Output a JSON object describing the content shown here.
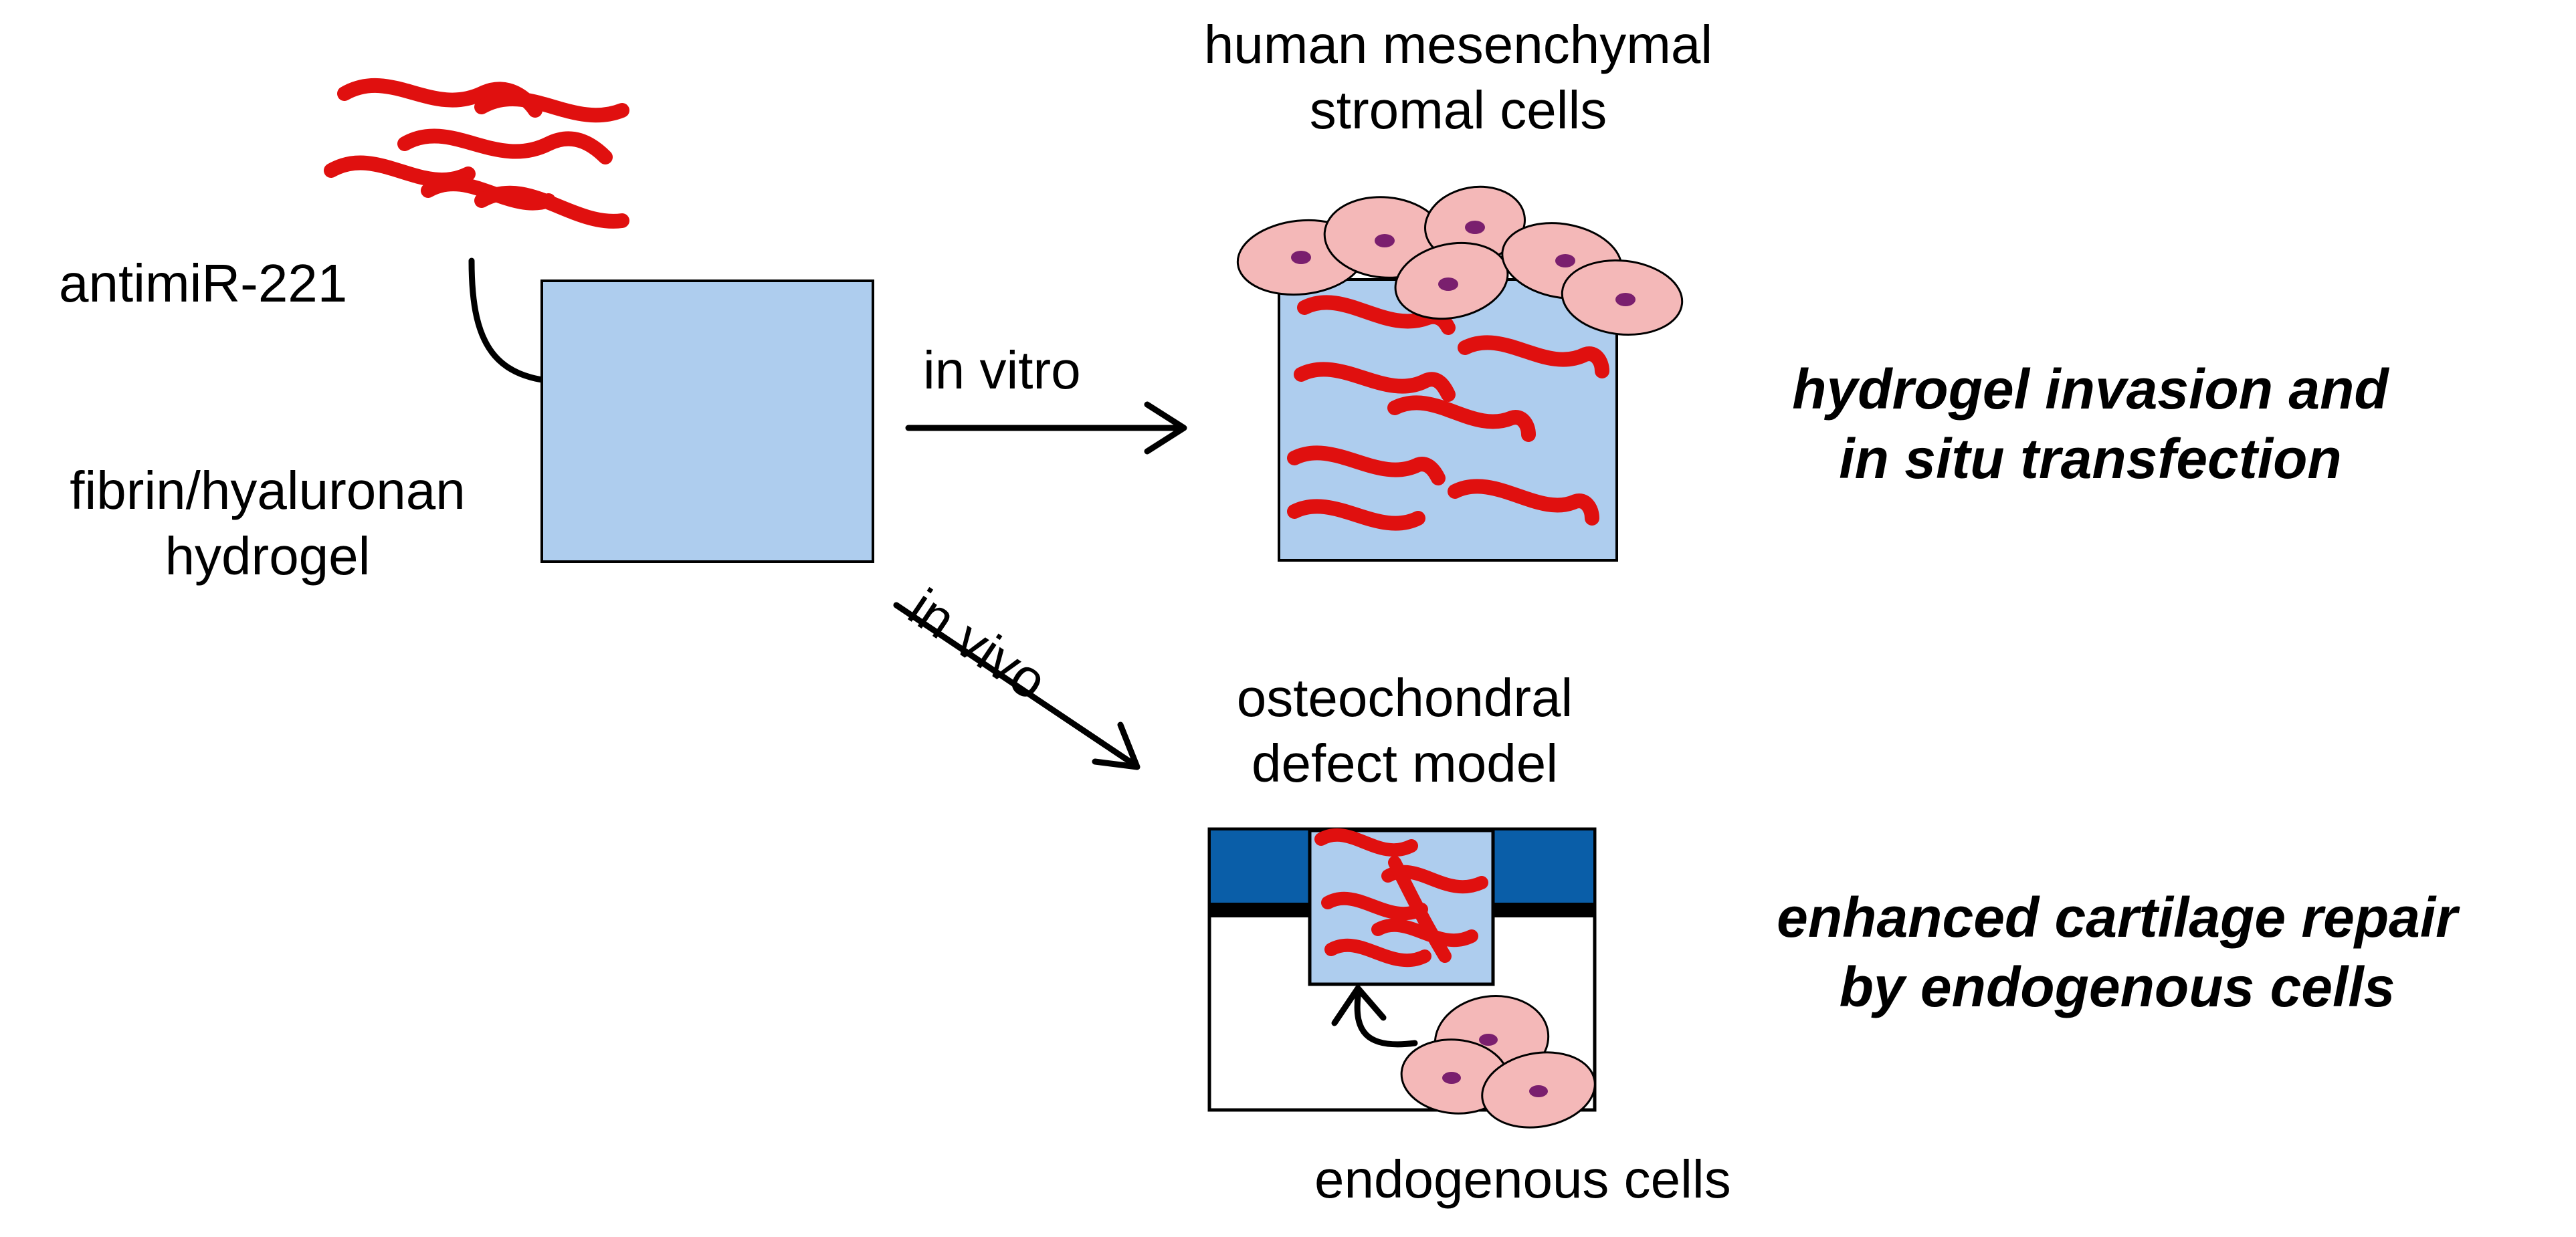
{
  "labels": {
    "antimir": "antimiR-221",
    "fibrin_line1": "fibrin/hyaluronan",
    "fibrin_line2": "hydrogel",
    "in_vitro": "in vitro",
    "in_vivo": "in vivo",
    "hmsc_line1": "human mesenchymal",
    "hmsc_line2": "stromal cells",
    "osteo_line1": "osteochondral",
    "osteo_line2": "defect model",
    "endogenous": "endogenous cells",
    "outcome1_line1": "hydrogel invasion and",
    "outcome1_line2": "in situ transfection",
    "outcome2_line1": "enhanced cartilage repair",
    "outcome2_line2": "by endogenous cells"
  },
  "colors": {
    "strand": "#e0100f",
    "hydrogel_fill": "#aecdee",
    "cartilage_fill": "#0a5ea8",
    "cell_fill": "#f4b8b8",
    "nucleus_fill": "#7a1f6e",
    "outline": "#000000"
  }
}
